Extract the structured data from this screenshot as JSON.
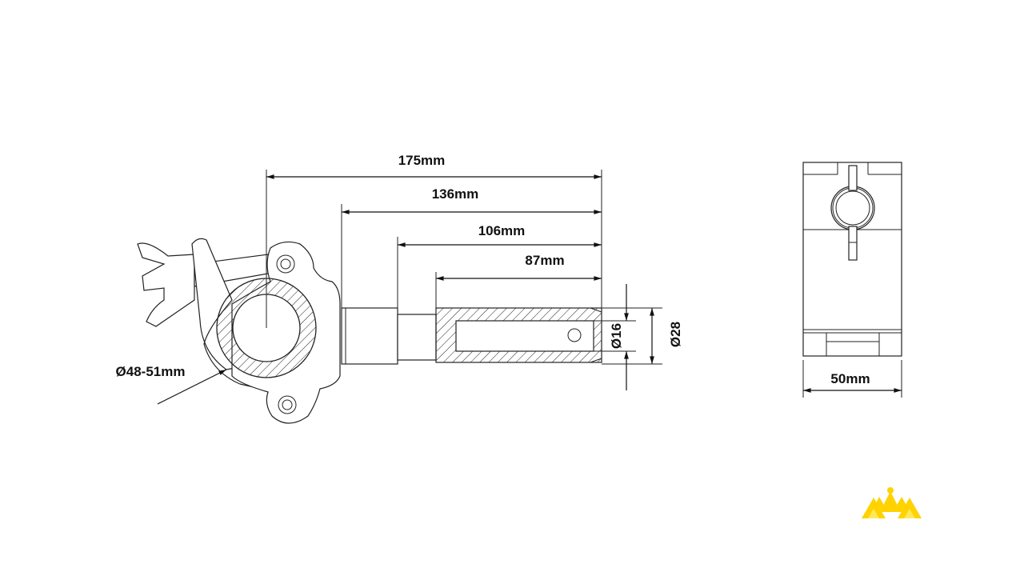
{
  "dimensions": {
    "overall_length": "175mm",
    "length_136": "136mm",
    "length_106": "106mm",
    "length_87": "87mm",
    "inner_diameter": "Ø16",
    "outer_diameter": "Ø28",
    "tube_range": "Ø48-51mm",
    "width": "50mm"
  },
  "colors": {
    "line": "#111111",
    "logo": "#FFD200"
  },
  "logo": {
    "icon": "yellow-triangles-logo"
  }
}
